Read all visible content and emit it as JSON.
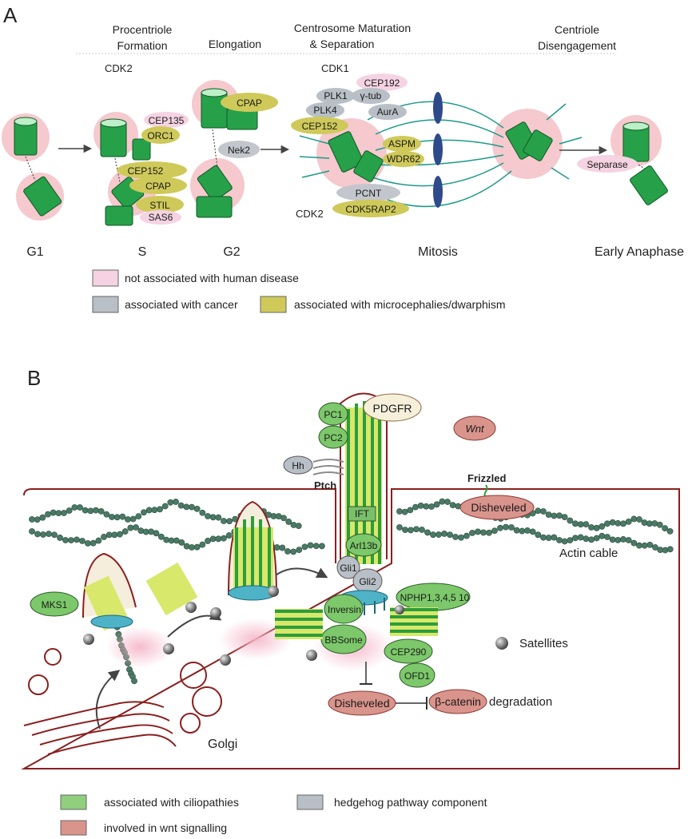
{
  "panel_a": {
    "letter": "A",
    "phases": {
      "procentriole": [
        "Procentriole",
        "Formation"
      ],
      "elongation": "Elongation",
      "maturation": [
        "Centrosome Maturation",
        "& Separation"
      ],
      "disengagement": [
        "Centriole",
        "Disengagement"
      ]
    },
    "kinases": {
      "cdk2_top": "CDK2",
      "cdk1": "CDK1",
      "cdk2_bottom": "CDK2"
    },
    "proteins": {
      "cep135": "CEP135",
      "orc1": "ORC1",
      "cep152_s": "CEP152",
      "cpap_s": "CPAP",
      "stil": "STIL",
      "sas6": "SAS6",
      "cpap_g2": "CPAP",
      "nek2": "Nek2",
      "cep192": "CEP192",
      "plk1": "PLK1",
      "gamma_tub": "γ-tub",
      "plk4": "PLK4",
      "aura": "AurA",
      "cep152_m": "CEP152",
      "aspm": "ASPM",
      "wdr62": "WDR62",
      "pcnt": "PCNT",
      "cdk5rap2": "CDK5RAP2",
      "separase": "Separase"
    },
    "stages": {
      "g1": "G1",
      "s": "S",
      "g2": "G2",
      "mitosis": "Mitosis",
      "anaphase": "Early Anaphase"
    },
    "legend": [
      {
        "label": "not associated with human disease",
        "color": "#f5d3e2"
      },
      {
        "label": "associated with cancer",
        "color": "#b8bfc6"
      },
      {
        "label": "associated with microcephalies/dwarphism",
        "color": "#cfc95a"
      }
    ]
  },
  "panel_b": {
    "letter": "B",
    "labels": {
      "pc1": "PC1",
      "pc2": "PC2",
      "pdgfr": "PDGFR",
      "wnt": "Wnt",
      "hh": "Hh",
      "ptch": "Ptch",
      "ift": "IFT",
      "frizzled": "Frizzled",
      "disheveled_top": "Disheveled",
      "arl13b": "Arl13b",
      "gli1": "Gli1",
      "gli2": "Gli2",
      "actin_cable": "Actin cable",
      "nphp": "NPHP1,3,4,5 10",
      "mks1": "MKS1",
      "inversin": "Inversin",
      "bbsome": "BBSome",
      "satellites": "Satellites",
      "cep290": "CEP290",
      "ofd1": "OFD1",
      "disheveled_bottom": "Disheveled",
      "beta_catenin": "β-catenin",
      "degradation": "degradation",
      "golgi": "Golgi"
    },
    "legend": [
      {
        "label": "associated with ciliopathies",
        "color": "#8fcf7e"
      },
      {
        "label": "hedgehog pathway component",
        "color": "#b8bfc6"
      },
      {
        "label": "involved in wnt signalling",
        "color": "#d9948c"
      }
    ]
  }
}
